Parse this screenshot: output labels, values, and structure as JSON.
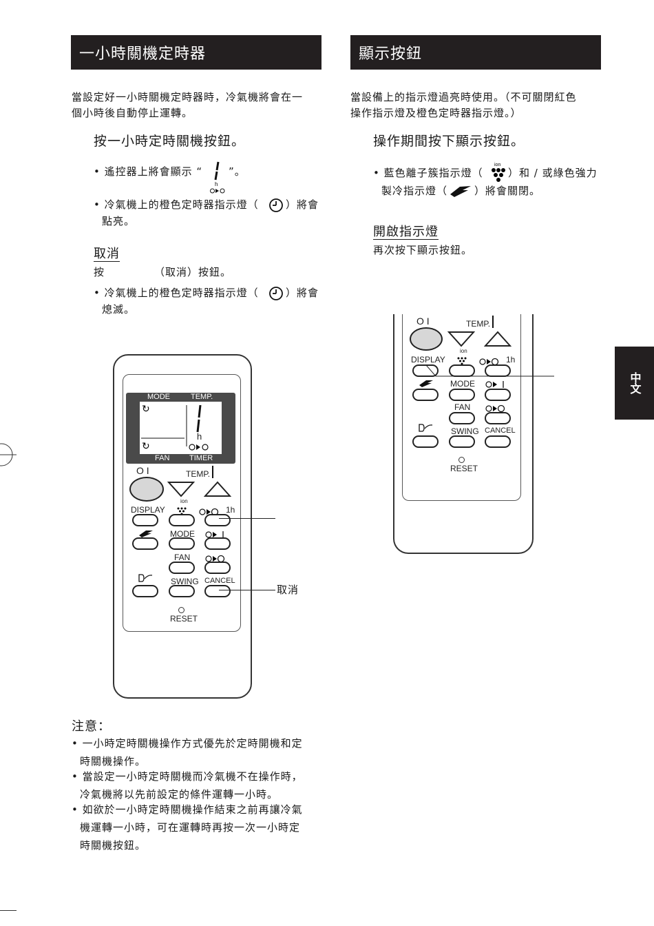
{
  "left": {
    "heading": "一小時關機定時器",
    "intro": [
      "當設定好一小時關機定時器時，冷氣機將會在一",
      "個小時後自動停止運轉。"
    ],
    "step_title": "按一小時定時關機按鈕。",
    "bullet1_a": "遙控器上將會顯示 “",
    "bullet1_b": "”。",
    "bullet2_a": "冷氣機上的橙色定時器指示燈（",
    "bullet2_b": "）將會",
    "bullet2_c": "點亮。",
    "cancel_title": "取消",
    "cancel_text_a": "按",
    "cancel_text_b": "（取消）按鈕。",
    "bullet3_a": "冷氣機上的橙色定時器指示燈（",
    "bullet3_b": "）將會",
    "bullet3_c": "熄滅。",
    "callout_cancel": "取消",
    "note_title": "注意：",
    "notes": [
      [
        "一小時定時關機操作方式優先於定時開機和定",
        "時關機操作。"
      ],
      [
        "當設定一小時定時關機而冷氣機不在操作時，",
        "冷氣機將以先前設定的條件運轉一小時。"
      ],
      [
        "如欲於一小時定時關機操作結束之前再讓冷氣",
        "機運轉一小時，可在運轉時再按一次一小時定",
        "時關機按鈕。"
      ]
    ]
  },
  "right": {
    "heading": "顯示按鈕",
    "intro": [
      "當設備上的指示燈過亮時使用。（不可關閉紅色",
      "操作指示燈及橙色定時器指示燈。）"
    ],
    "step_title": "操作期間按下顯示按鈕。",
    "bullet1_a": "藍色離子簇指示燈（",
    "bullet1_b": "）和 / 或綠色強力",
    "bullet1_c": "製冷指示燈（",
    "bullet1_d": "）將會關閉。",
    "reopen_title": "開啟指示燈",
    "reopen_text": "再次按下顯示按鈕。"
  },
  "remote": {
    "lcd_mode": "MODE",
    "lcd_temp": "TEMP.",
    "lcd_fan": "FAN",
    "lcd_timer": "TIMER",
    "lcd_h": "h",
    "power": "O I",
    "temp": "TEMP.",
    "display": "DISPLAY",
    "ion": "ion",
    "timer_1h": "1h",
    "mode": "MODE",
    "fan": "FAN",
    "swing": "SWING",
    "cancel": "CANCEL",
    "reset": "RESET"
  },
  "tab": "中文"
}
